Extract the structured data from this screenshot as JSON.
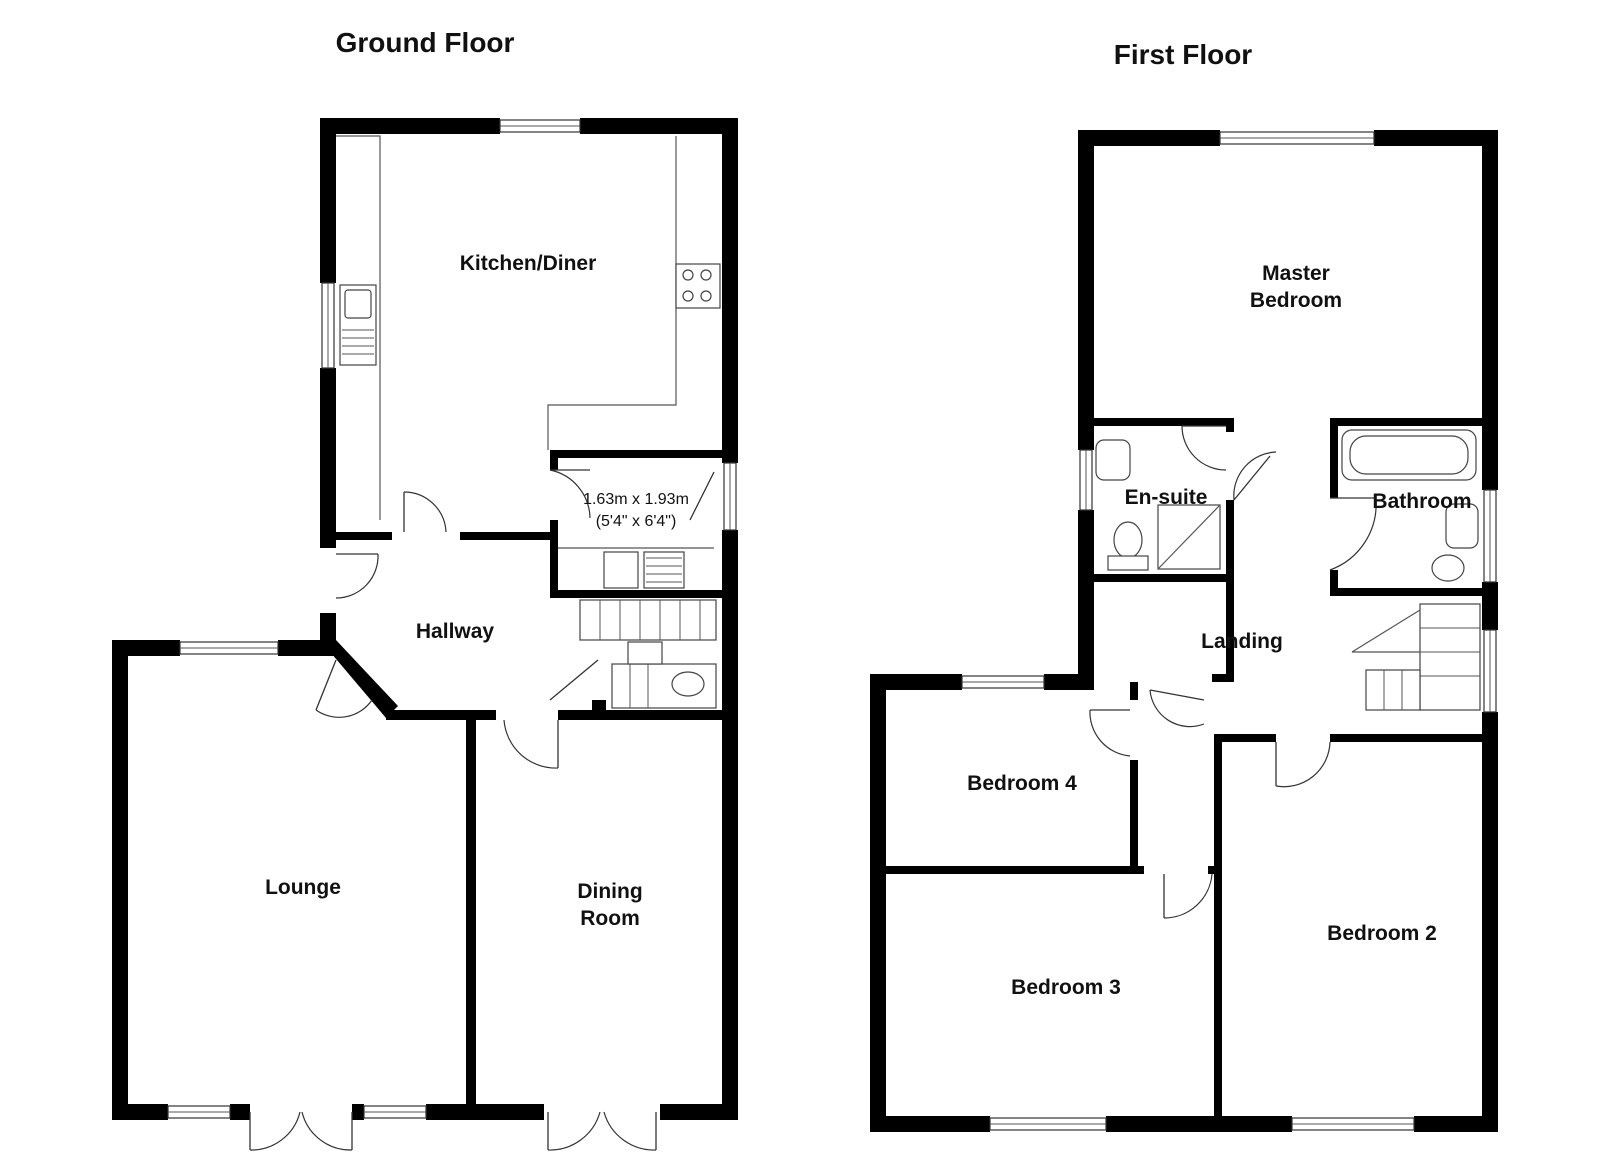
{
  "floors": {
    "ground": {
      "title": "Ground Floor",
      "rooms": {
        "kitchen": "Kitchen/Diner",
        "hallway": "Hallway",
        "lounge": "Lounge",
        "dining_line1": "Dining",
        "dining_line2": "Room",
        "utility_dim_metric": "1.63m x 1.93m",
        "utility_dim_imperial": "(5'4\" x 6'4\")"
      }
    },
    "first": {
      "title": "First Floor",
      "rooms": {
        "master_line1": "Master",
        "master_line2": "Bedroom",
        "ensuite": "En-suite",
        "bathroom": "Bathroom",
        "landing": "Landing",
        "bedroom4": "Bedroom 4",
        "bedroom3": "Bedroom 3",
        "bedroom2": "Bedroom 2"
      }
    }
  },
  "colors": {
    "wall": "#000000",
    "background": "#ffffff",
    "fixture_stroke": "#444444"
  }
}
